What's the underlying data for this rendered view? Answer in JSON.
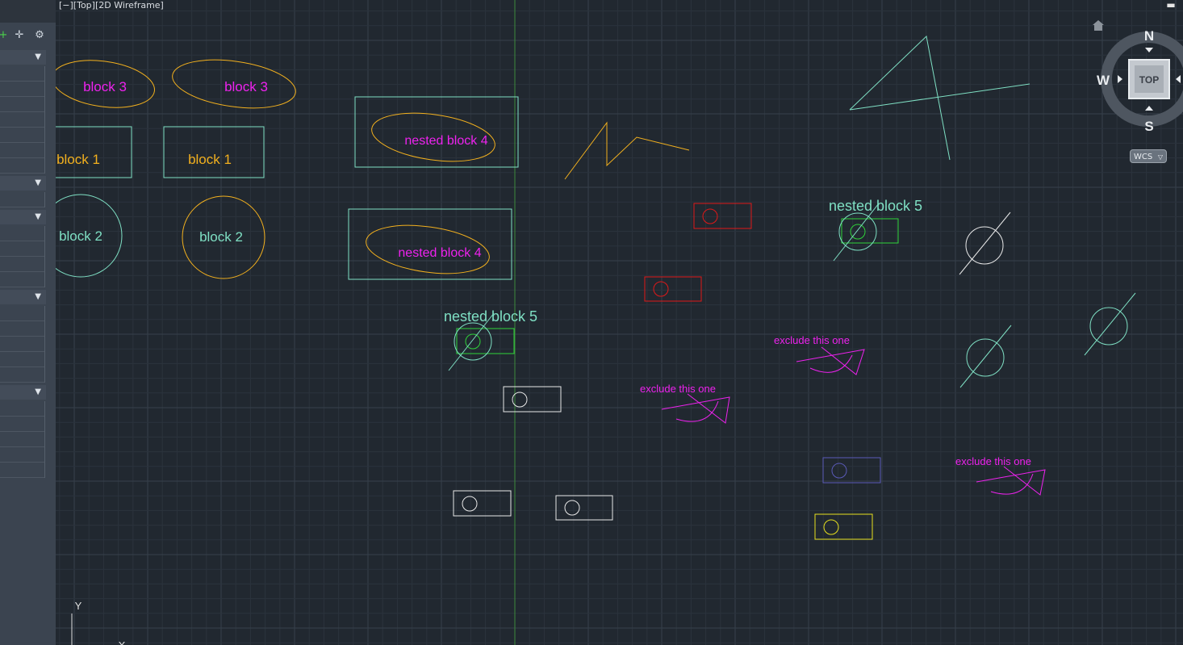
{
  "viewport": {
    "label": "[−][Top][2D Wireframe]",
    "minimize_glyph": "▬"
  },
  "palette": {
    "background": "#212830",
    "grid_minor": "#2b333d",
    "grid_major": "#36404b",
    "cyan": "#7fe0c4",
    "orange": "#f2b01e",
    "magenta": "#ee22ee",
    "red": "#e01818",
    "green": "#2fd33a",
    "white": "#e8e8e8",
    "blue": "#5a5ab8",
    "yellow": "#e6e01e",
    "y_axis_line": "#3d8a3d"
  },
  "drawing": {
    "block3_label": "block 3",
    "block1_label": "block 1",
    "block2_label": "block 2",
    "nested4_label": "nested block 4",
    "nested5_label": "nested block 5",
    "exclude_label": "exclude this one"
  },
  "viewcube": {
    "north": "N",
    "south": "S",
    "west": "W",
    "face": "TOP",
    "wcs_label": "WCS",
    "home_icon": "home-icon"
  },
  "ucs": {
    "y_label": "Y",
    "x_label": "X"
  },
  "palette_panel": {
    "icons": [
      "add-icon",
      "crosshair-icon",
      "settings-icon"
    ]
  }
}
